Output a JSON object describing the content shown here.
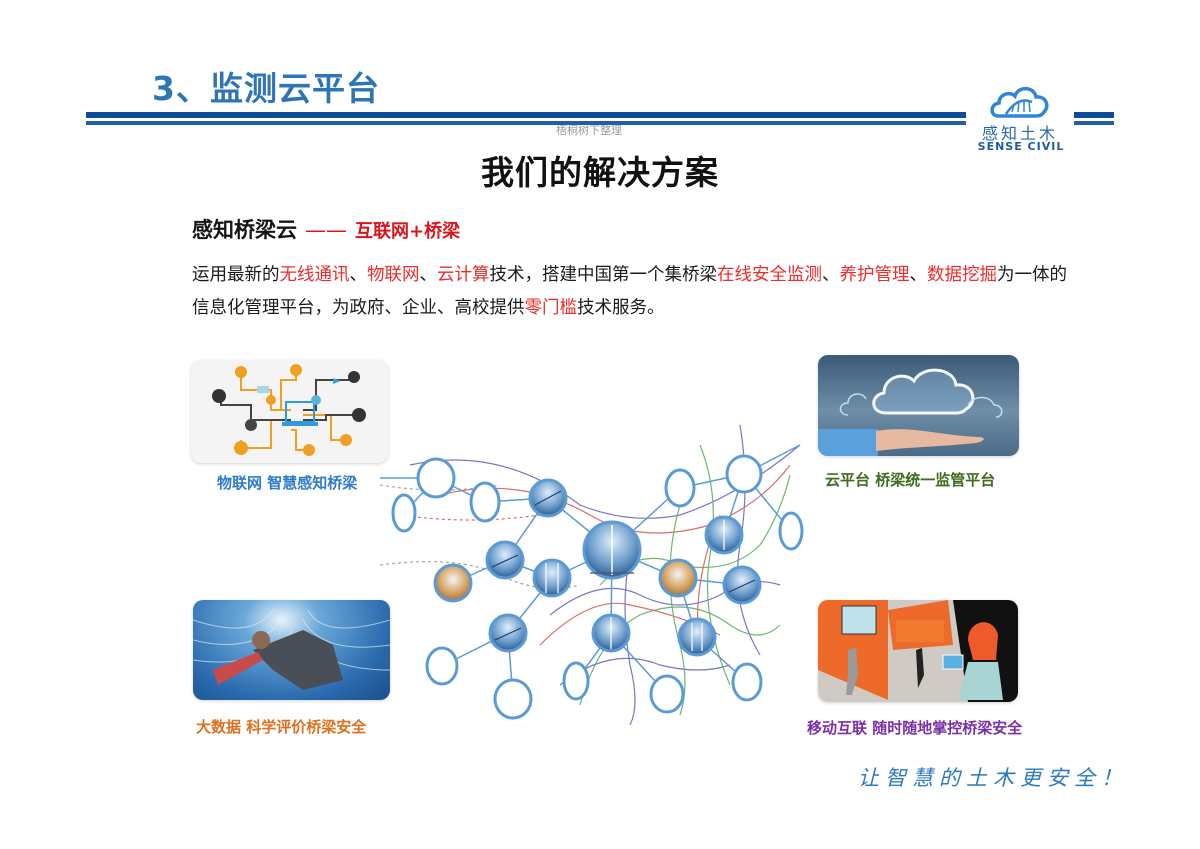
{
  "header": {
    "section_title": "3、监测云平台",
    "watermark": "梧桐树下整理",
    "logo": {
      "icon": "cloud-bridge-logo-icon",
      "name_cn": "感知土木",
      "name_en": "SENSE CIVIL"
    },
    "colors": {
      "title": "#2e75b6",
      "rule": "#0d4c96"
    }
  },
  "main": {
    "heading": "我们的解决方案",
    "subheading": {
      "title": "感知桥梁云",
      "dash": "——",
      "accent": "互联网+桥梁"
    },
    "description": {
      "segments": [
        {
          "text": "运用最新的",
          "highlight": false
        },
        {
          "text": "无线通讯",
          "highlight": true
        },
        {
          "text": "、",
          "highlight": false
        },
        {
          "text": "物联网",
          "highlight": true
        },
        {
          "text": "、",
          "highlight": false
        },
        {
          "text": "云计算",
          "highlight": true
        },
        {
          "text": "技术，搭建中国第一个集桥梁",
          "highlight": false
        },
        {
          "text": "在线安全监测",
          "highlight": true
        },
        {
          "text": "、",
          "highlight": false
        },
        {
          "text": "养护管理",
          "highlight": true
        },
        {
          "text": "、",
          "highlight": false
        },
        {
          "text": "数据挖掘",
          "highlight": true
        },
        {
          "text": "为一体的信息化管理平台，为政府、企业、高校提供",
          "highlight": false
        },
        {
          "text": "零门槛",
          "highlight": true
        },
        {
          "text": "技术服务。",
          "highlight": false
        }
      ],
      "highlight_color": "#ef2b2b"
    }
  },
  "features": [
    {
      "id": "iot",
      "caption": "物联网 智慧感知桥梁",
      "icon": "iot-network-illustration",
      "color": "#2f7dc8"
    },
    {
      "id": "cloud",
      "caption": "云平台 桥梁统一监管平台",
      "icon": "cloud-hand-illustration",
      "color": "#3e6b1e"
    },
    {
      "id": "bigdata",
      "caption": "大数据 科学评价桥梁安全",
      "icon": "data-tunnel-illustration",
      "color": "#e0701e"
    },
    {
      "id": "mobile",
      "caption": "移动互联 随时随地掌控桥梁安全",
      "icon": "mobile-city-illustration",
      "color": "#7a2fa8"
    }
  ],
  "network_map": {
    "description": "China railway map with bridge nodes",
    "bridge_nodes": 11,
    "empty_nodes": 12,
    "node_color": "#5b9bd5"
  },
  "footer": {
    "slogan": "让智慧的土木更安全！"
  }
}
